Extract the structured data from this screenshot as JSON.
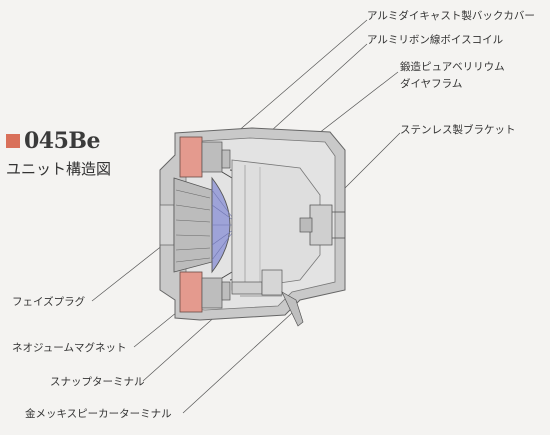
{
  "title": {
    "model": "045Be",
    "subtitle": "ユニット構造図",
    "accent_color": "#d9705a"
  },
  "labels": {
    "back_cover": "アルミダイキャスト製バックカバー",
    "voice_coil": "アルミリボン線ボイスコイル",
    "diaphragm_line1": "鍛造ピュアベリリウム",
    "diaphragm_line2": "ダイヤフラム",
    "bracket": "ステンレス製ブラケット",
    "phase_plug": "フェイズプラグ",
    "magnet": "ネオジュームマグネット",
    "snap_terminal": "スナップターミナル",
    "speaker_terminal": "金メッキスピーカーターミナル"
  }
}
